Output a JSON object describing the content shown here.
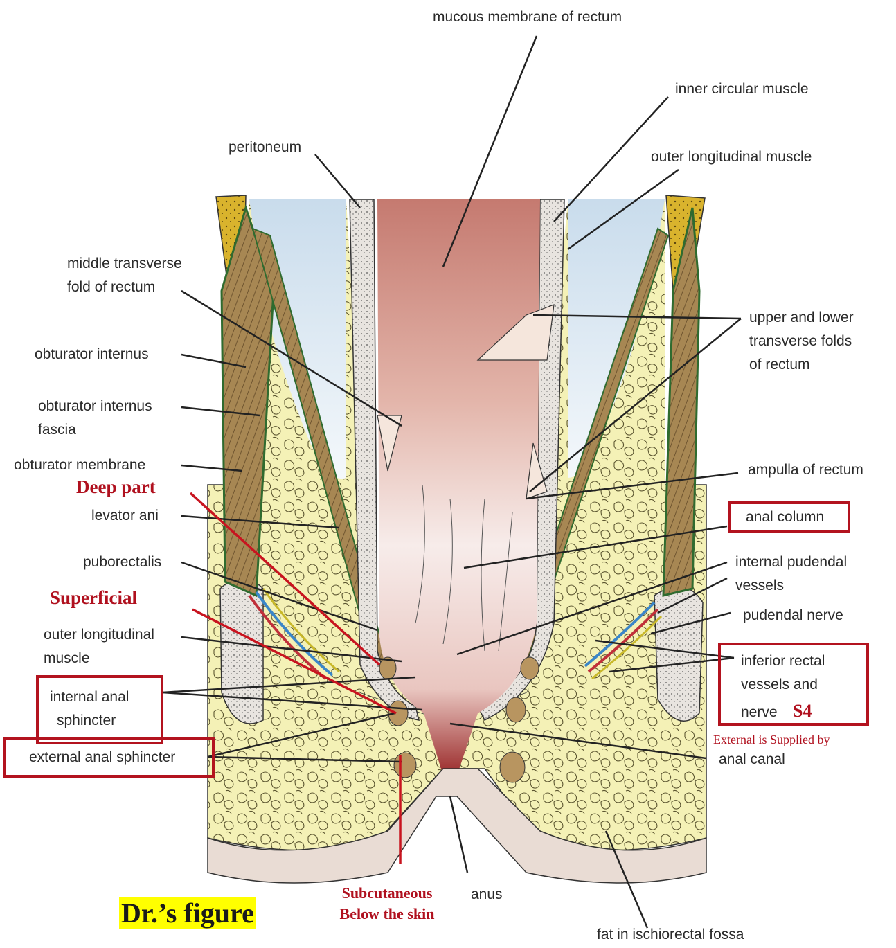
{
  "labels": {
    "mucous_membrane": "mucous membrane of rectum",
    "inner_circular": "inner circular muscle",
    "peritoneum": "peritoneum",
    "outer_longitudinal_top": "outer longitudinal muscle",
    "middle_fold_1": "middle transverse",
    "middle_fold_2": "fold of rectum",
    "upper_lower_1": "upper and lower",
    "upper_lower_2": "transverse folds",
    "upper_lower_3": "of rectum",
    "obturator_internus": "obturator internus",
    "obturator_fascia_1": "obturator internus",
    "obturator_fascia_2": "fascia",
    "obturator_membrane": "obturator membrane",
    "ampulla": "ampulla of rectum",
    "levator_ani": "levator ani",
    "anal_column": "anal column",
    "puborectalis": "puborectalis",
    "internal_pudendal_1": "internal pudendal",
    "internal_pudendal_2": "vessels",
    "pudendal_nerve": "pudendal nerve",
    "outer_long_1": "outer longitudinal",
    "outer_long_2": "muscle",
    "inferior_rectal_1": "inferior rectal",
    "inferior_rectal_2": "vessels and",
    "inferior_rectal_3": "nerve",
    "internal_sphincter_1": "internal anal",
    "internal_sphincter_2": "sphincter",
    "external_sphincter": "external anal sphincter",
    "anal_canal": "anal canal",
    "anus": "anus",
    "fat": "fat in ischiorectal fossa"
  },
  "annotations": {
    "deep_part": "Deep part",
    "superficial": "Superficial",
    "s4": "S4",
    "supplied_by": "External is Supplied by",
    "subcutaneous": "Subcutaneous",
    "below_skin": "Below the skin",
    "dr_figure": "Dr.’s figure"
  },
  "colors": {
    "annotation_red": "#b0101e",
    "highlight": "#ffff00",
    "fat": "#f3f0b0",
    "muscle": "#a88a52",
    "mucosa": "#c9827a"
  }
}
